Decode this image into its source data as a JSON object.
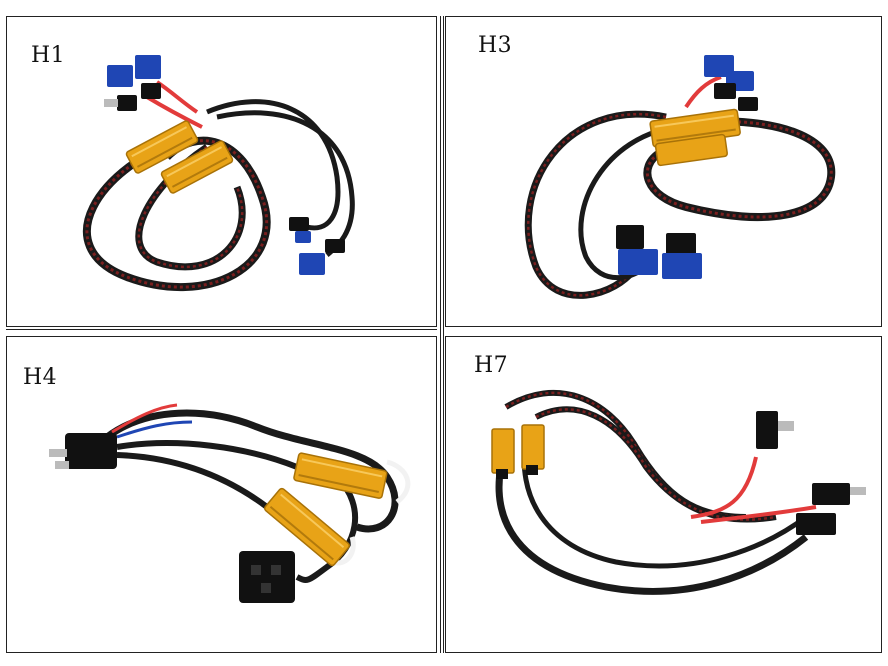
{
  "panels": [
    {
      "id": "h1",
      "label": "H1"
    },
    {
      "id": "h3",
      "label": "H3"
    },
    {
      "id": "h4",
      "label": "H4"
    },
    {
      "id": "h7",
      "label": "H7"
    }
  ],
  "colors": {
    "border": "#222222",
    "cable_black": "#1a1a1a",
    "cable_red_braid": "#7a1f1f",
    "red_wire": "#e23b3b",
    "resistor_gold": "#e8a317",
    "connector_blue": "#1f46b4",
    "connector_black": "#111111",
    "white_clip": "#f2f2f2"
  }
}
